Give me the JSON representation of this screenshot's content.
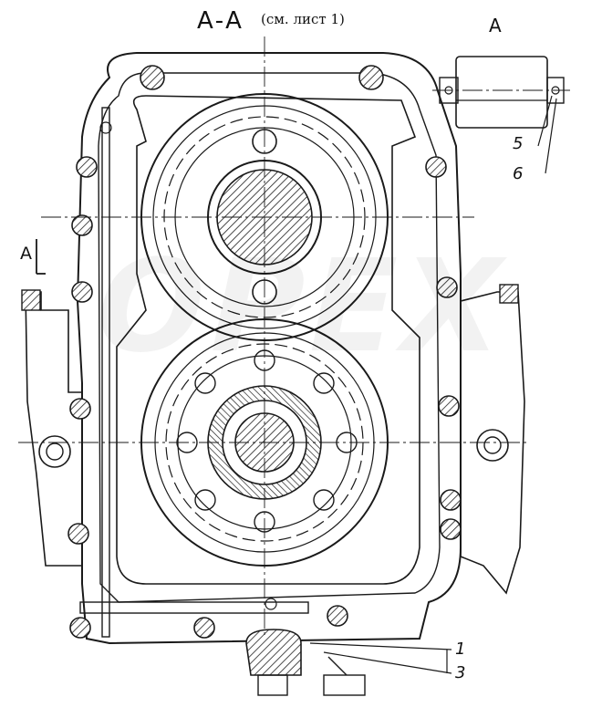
{
  "labels": {
    "section_title": "А-А",
    "section_note": "(см. лист 1)",
    "view_a": "А",
    "cut_marker": "А",
    "callout_5": "5",
    "callout_6": "6",
    "callout_1": "1",
    "callout_3": "3"
  },
  "watermark": "ОРЕХ",
  "colors": {
    "ink": "#1a1a1a",
    "hatch": "#333333"
  }
}
